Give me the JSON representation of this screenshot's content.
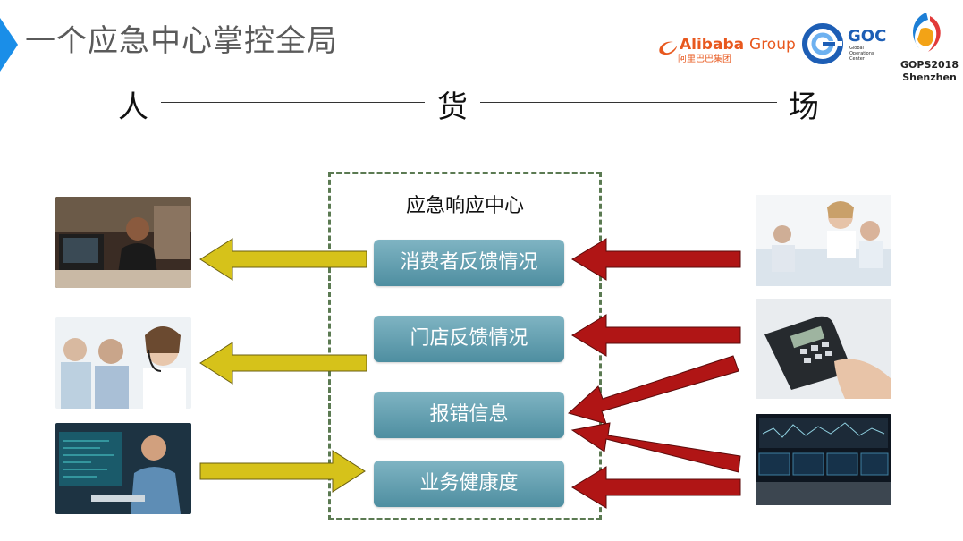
{
  "title": "一个应急中心掌控全局",
  "header": {
    "left": "人",
    "middle": "货",
    "right": "场"
  },
  "center": {
    "title": "应急响应中心",
    "items": [
      "消费者反馈情况",
      "门店反馈情况",
      "报错信息",
      "业务健康度"
    ]
  },
  "logos": {
    "alibaba_en": "Alibaba",
    "alibaba_group": "Group",
    "alibaba_cn": "阿里巴巴集团",
    "goc": "GOC",
    "goc_sub": "Global Operations Center",
    "gops_line1": "GOPS2018",
    "gops_line2": "Shenzhen"
  },
  "colors": {
    "title_accent": "#1a8ee8",
    "yellow_arrow": "#d6c21a",
    "red_arrow": "#b01515",
    "pill": "#6aa6b6",
    "dashed_border": "#5b7a52"
  },
  "icons": {
    "left_photos": [
      "cashier-photo",
      "call-center-agents-photo",
      "developer-at-monitors-photo"
    ],
    "right_photos": [
      "headset-agents-photo",
      "card-terminal-photo",
      "monitoring-room-photo"
    ]
  }
}
